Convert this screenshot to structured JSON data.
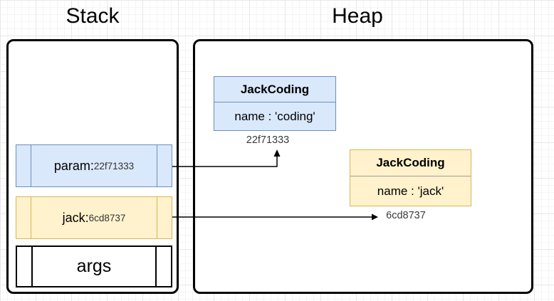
{
  "titles": {
    "stack": "Stack",
    "heap": "Heap"
  },
  "colors": {
    "blue_fill": "#dae8fc",
    "blue_border": "#6c8ebf",
    "yellow_fill": "#fff2cc",
    "yellow_border": "#d6b656",
    "frame_border": "#000000",
    "arrow": "#000000"
  },
  "stack": {
    "frames": [
      {
        "name": "param",
        "sep": " : ",
        "address": "22f71333",
        "color": "blue"
      },
      {
        "name": "jack",
        "sep": " : ",
        "address": "6cd8737",
        "color": "yellow"
      }
    ],
    "args_label": "args"
  },
  "heap": {
    "objects": [
      {
        "class": "JackCoding",
        "field": "name : 'coding'",
        "ref": "22f71333",
        "color": "blue"
      },
      {
        "class": "JackCoding",
        "field": "name : 'jack'",
        "ref": "6cd8737",
        "color": "yellow"
      }
    ]
  },
  "arrows": [
    {
      "from": "param",
      "to": "22f71333"
    },
    {
      "from": "jack",
      "to": "6cd8737"
    }
  ]
}
